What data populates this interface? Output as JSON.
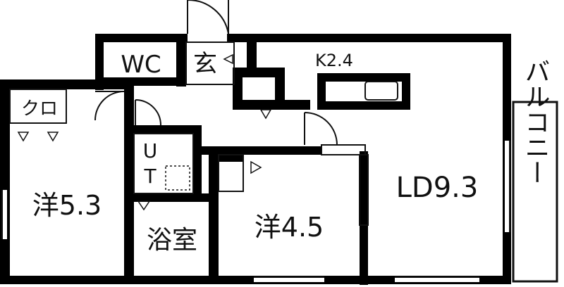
{
  "rooms": {
    "wc": "WC",
    "genkan": "玄",
    "kitchen": "K2.4",
    "closet": "クロ",
    "ut_u": "U",
    "ut_t": "T",
    "western_left": "洋5.3",
    "bathroom": "浴室",
    "western_center": "洋4.5",
    "ld": "LD9.3",
    "balcony": "バルコニー"
  },
  "colors": {
    "wall": "#000000",
    "background": "#ffffff",
    "line": "#111111",
    "fixture": "#999999"
  }
}
